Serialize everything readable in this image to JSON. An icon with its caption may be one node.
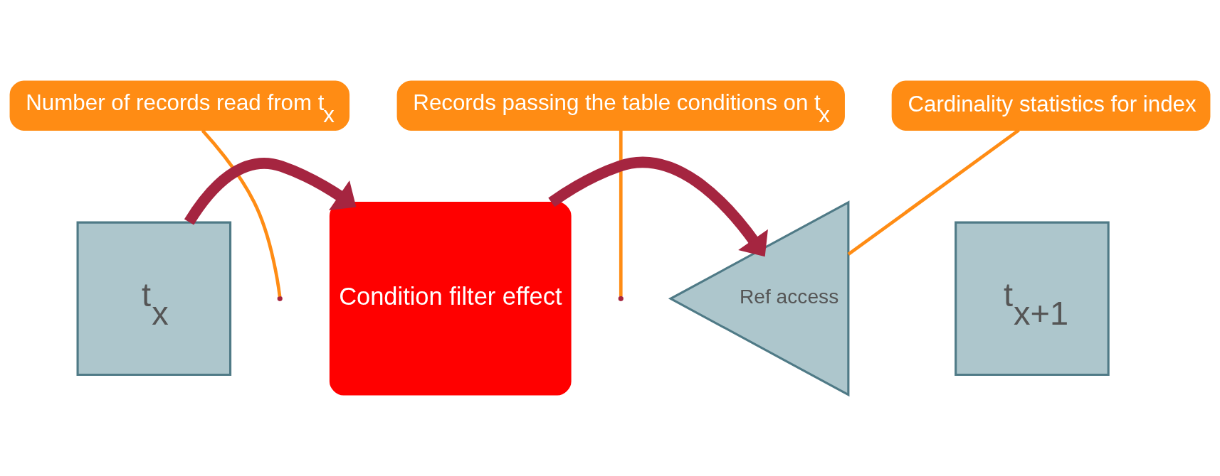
{
  "diagram": {
    "nodes": [
      {
        "text": [
          "Number of records read from t$_{x}$"
        ]
      },
      {
        "text": [
          "Records passing the table conditions on t$_{x}$"
        ]
      },
      {
        "text": [
          "Cardinality statistics for index"
        ]
      },
      {
        "text": [
          "t$_{x}$"
        ]
      },
      {
        "text": [
          "Condition filter effect"
        ]
      },
      {
        "text": [
          "Ref access"
        ]
      },
      {
        "text": [
          "t$_{x+1}$"
        ]
      }
    ],
    "edges": [
      {
        "from": 3,
        "to": 4,
        "arrow": "to",
        "style": "thick",
        "color": "#a52540"
      },
      {
        "from": 4,
        "to": 5,
        "arrow": "to",
        "style": "thick",
        "color": "#a52540"
      },
      {
        "from": 0,
        "to": null,
        "arrow": "none"
      },
      {
        "from": 1,
        "to": null,
        "arrow": "none"
      },
      {
        "from": 2,
        "to": 5,
        "arrow": "none"
      }
    ]
  }
}
